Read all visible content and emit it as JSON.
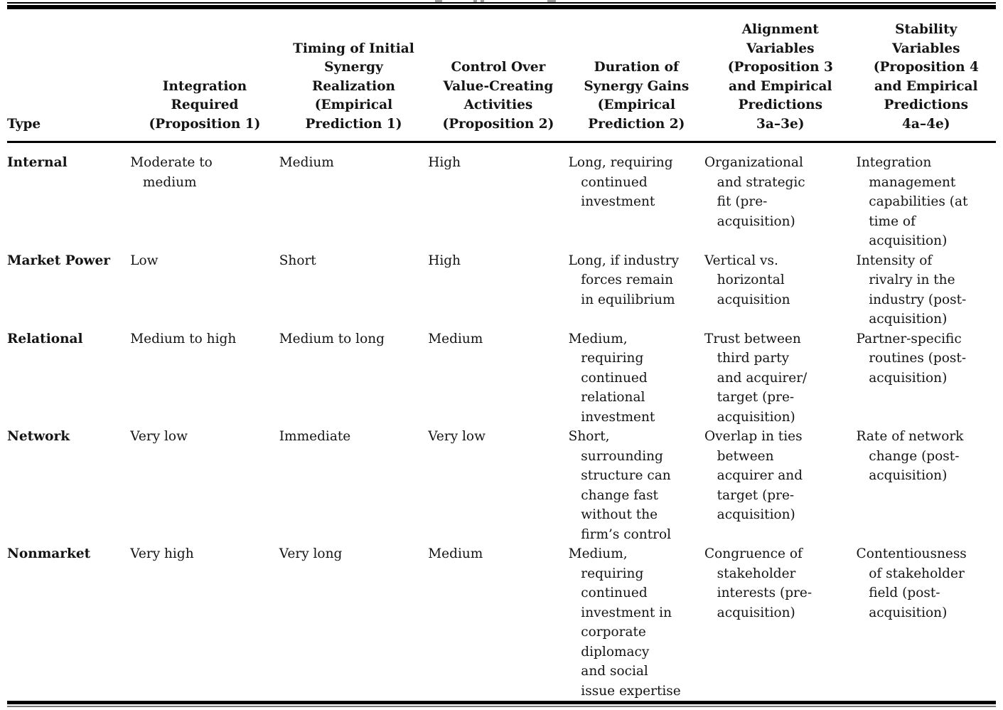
{
  "colors": {
    "background": "#ffffff",
    "text": "#141414",
    "rule": "#000000"
  },
  "table": {
    "header": {
      "type_label": "Type",
      "columns": [
        "Integration\nRequired\n(Proposition 1)",
        "Timing of Initial\nSynergy\nRealization\n(Empirical\nPrediction 1)",
        "Control Over\nValue-Creating\nActivities\n(Proposition 2)",
        "Duration of\nSynergy Gains\n(Empirical\nPrediction 2)",
        "Alignment\nVariables\n(Proposition 3\nand Empirical\nPredictions\n3a–3e)",
        "Stability\nVariables\n(Proposition 4\nand Empirical\nPredictions\n4a–4e)"
      ]
    },
    "rows": [
      {
        "label": "Internal",
        "cells": [
          "Moderate to\n   medium",
          "Medium",
          "High",
          "Long, requiring\n   continued\n   investment",
          "Organizational\n   and strategic\n   fit (pre-\n   acquisition)",
          "Integration\n   management\n   capabilities (at\n   time of\n   acquisition)"
        ]
      },
      {
        "label": "Market Power",
        "cells": [
          "Low",
          "Short",
          "High",
          "Long, if industry\n   forces remain\n   in equilibrium",
          "Vertical vs.\n   horizontal\n   acquisition",
          "Intensity of\n   rivalry in the\n   industry (post-\n   acquisition)"
        ]
      },
      {
        "label": "Relational",
        "cells": [
          "Medium to high",
          "Medium to long",
          "Medium",
          "Medium,\n   requiring\n   continued\n   relational\n   investment",
          "Trust between\n   third party\n   and acquirer/\n   target (pre-\n   acquisition)",
          "Partner-specific\n   routines (post-\n   acquisition)"
        ]
      },
      {
        "label": "Network",
        "cells": [
          "Very low",
          "Immediate",
          "Very low",
          "Short,\n   surrounding\n   structure can\n   change fast\n   without the\n   firm’s control",
          "Overlap in ties\n   between\n   acquirer and\n   target (pre-\n   acquisition)",
          "Rate of network\n   change (post-\n   acquisition)"
        ]
      },
      {
        "label": "Nonmarket",
        "cells": [
          "Very high",
          "Very long",
          "Medium",
          "Medium,\n   requiring\n   continued\n   investment in\n   corporate\n   diplomacy\n   and social\n   issue expertise",
          "Congruence of\n   stakeholder\n   interests (pre-\n   acquisition)",
          "Contentiousness\n   of stakeholder\n   field (post-\n   acquisition)"
        ]
      }
    ]
  }
}
